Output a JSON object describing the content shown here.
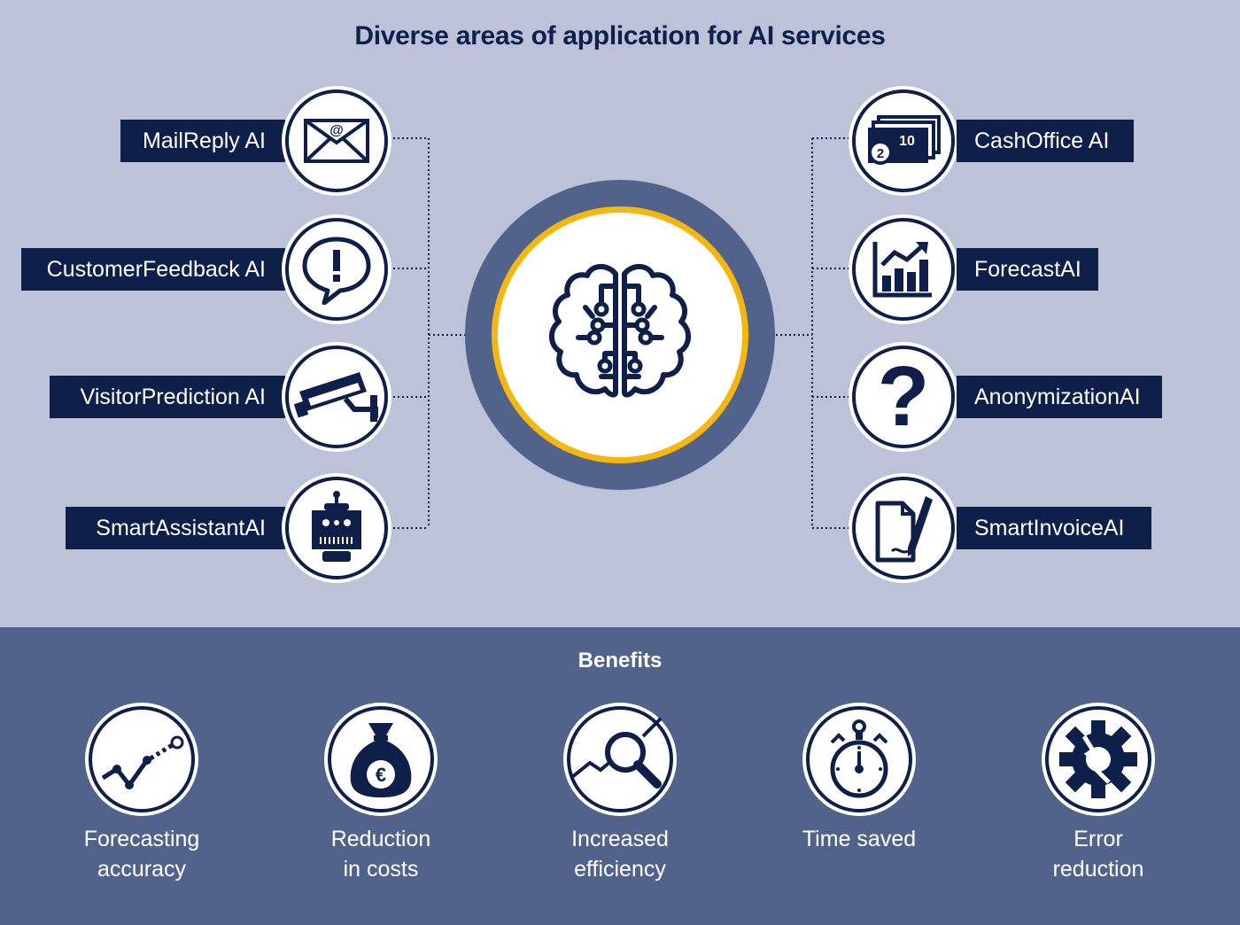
{
  "title": "Diverse areas of application for AI services",
  "hub": {
    "icon": "brain-circuit-icon"
  },
  "left_services": [
    {
      "label": "MailReply AI",
      "icon": "envelope-at-icon"
    },
    {
      "label": "CustomerFeedback AI",
      "icon": "speech-bubble-exclamation-icon"
    },
    {
      "label": "VisitorPrediction AI",
      "icon": "security-camera-icon"
    },
    {
      "label": "SmartAssistantAI",
      "icon": "robot-head-icon"
    }
  ],
  "right_services": [
    {
      "label": "CashOffice AI",
      "icon": "cash-coins-icon",
      "banknote": "10",
      "coin": "2"
    },
    {
      "label": "ForecastAI",
      "icon": "bar-chart-arrow-icon"
    },
    {
      "label": "AnonymizationAI",
      "icon": "question-mark-icon",
      "glyph": "?"
    },
    {
      "label": "SmartInvoiceAI",
      "icon": "document-pen-icon"
    }
  ],
  "benefits": {
    "title": "Benefits",
    "items": [
      {
        "line1": "Forecasting",
        "line2": "accuracy",
        "icon": "trend-line-icon"
      },
      {
        "line1": "Reduction",
        "line2": "in costs",
        "icon": "euro-money-bag-icon",
        "symbol": "€"
      },
      {
        "line1": "Increased",
        "line2": "efficiency",
        "icon": "magnifier-trend-icon"
      },
      {
        "line1": "Time saved",
        "line2": "",
        "icon": "stopwatch-icon"
      },
      {
        "line1": "Error",
        "line2": "reduction",
        "icon": "broken-gear-icon"
      }
    ]
  },
  "colors": {
    "navy": "#0e1f4a",
    "background_light": "#bcc3d9",
    "background_dark": "#52638b",
    "accent_yellow": "#f3b70f",
    "white": "#ffffff"
  }
}
